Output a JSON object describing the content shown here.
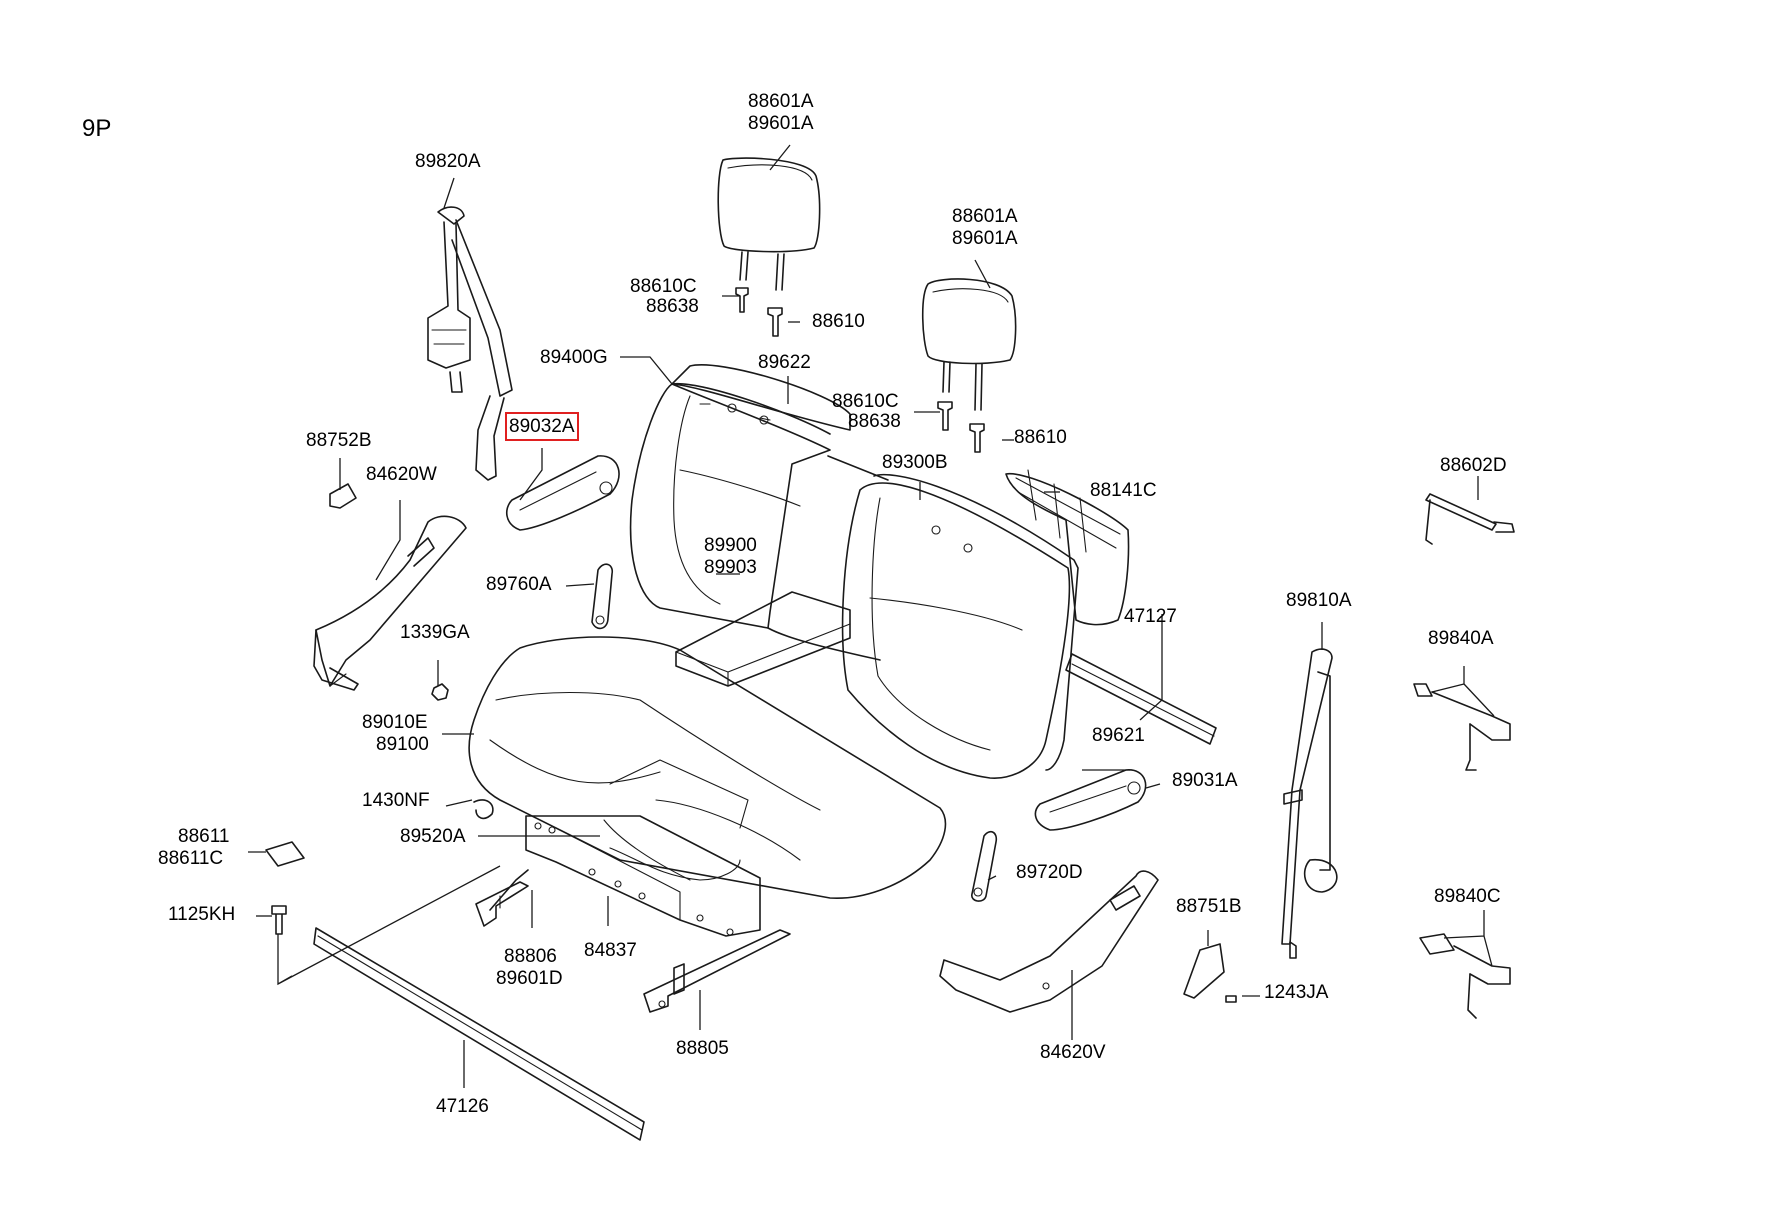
{
  "diagram": {
    "page_id": "9P",
    "highlight_color": "#e02020",
    "labels": {
      "l88601a_1a": "88601A",
      "l89601a_1a": "89601A",
      "l88601a_1b": "88601A",
      "l89601a_1b": "89601A",
      "l89820a": "89820A",
      "l88610c_1": "88610C",
      "l88638_1": "88638",
      "l88610_1": "88610",
      "l89400g": "89400G",
      "l89622": "89622",
      "l88610c_2": "88610C",
      "l88638_2": "88638",
      "l88610_2": "88610",
      "l89032a": "89032A",
      "l88752b": "88752B",
      "l84620w": "84620W",
      "l89300b": "89300B",
      "l88141c": "88141C",
      "l88602d": "88602D",
      "l89900": "89900",
      "l89903": "89903",
      "l89760a": "89760A",
      "l1339ga": "1339GA",
      "l47127": "47127",
      "l89810a": "89810A",
      "l89840a": "89840A",
      "l89010e": "89010E",
      "l89100": "89100",
      "l89621": "89621",
      "l89031a": "89031A",
      "l1430nf": "1430NF",
      "l89520a": "89520A",
      "l88611": "88611",
      "l88611c": "88611C",
      "l89720d": "89720D",
      "l1125kh": "1125KH",
      "l88751b": "88751B",
      "l89840c": "89840C",
      "l88806": "88806",
      "l84837": "84837",
      "l89601d": "89601D",
      "l1243ja": "1243JA",
      "l84620v": "84620V",
      "l88805": "88805",
      "l47126": "47126"
    }
  }
}
